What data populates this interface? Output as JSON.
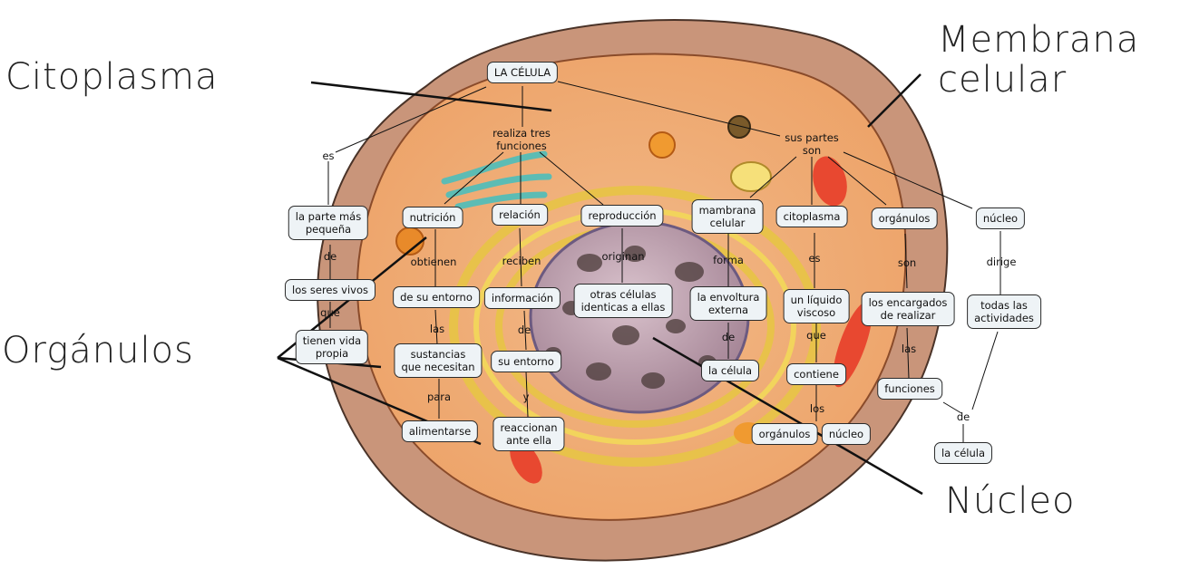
{
  "labels": {
    "citoplasma": "Citoplasma",
    "membrana": "Membrana\ncelular",
    "organulos": "Orgánulos",
    "nucleo": "Núcleo"
  },
  "nodes": {
    "root": "LA CÉLULA",
    "parte_pequena": "la parte más\npequeña",
    "seres_vivos": "los seres vivos",
    "vida_propia": "tienen vida\npropia",
    "nutricion": "nutrición",
    "relacion": "relación",
    "reproduccion": "reproducción",
    "de_su_entorno": "de su entorno",
    "sustancias": "sustancias\nque necesitan",
    "alimentarse": "alimentarse",
    "informacion": "información",
    "su_entorno": "su entorno",
    "reaccionan": "reaccionan\nante ella",
    "otras_celulas": "otras células\nidenticas a ellas",
    "membrana_celular": "mambrana\ncelular",
    "envoltura": "la envoltura\nexterna",
    "la_celula_1": "la célula",
    "citoplasma": "citoplasma",
    "liquido": "un líquido\nviscoso",
    "contiene": "contiene",
    "organulos_small": "orgánulos",
    "nucleo_small": "núcleo",
    "organulos": "orgánulos",
    "encargados": "los encargados\nde realizar",
    "funciones": "funciones",
    "nucleo": "núcleo",
    "actividades": "todas las\nactividades",
    "la_celula_2": "la célula"
  },
  "links": {
    "es_1": "es",
    "realiza": "realiza tres\nfunciones",
    "sus_partes": "sus partes\nson",
    "de_1": "de",
    "que_1": "que",
    "obtienen": "obtienen",
    "las_1": "las",
    "para": "para",
    "reciben": "reciben",
    "de_2": "de",
    "y": "y",
    "originan": "originan",
    "forma": "forma",
    "de_3": "de",
    "es_2": "es",
    "que_2": "que",
    "los": "los",
    "son": "son",
    "las_2": "las",
    "dirige": "dirige",
    "de_4": "de"
  },
  "colors": {
    "node_bg": "#eef3f6",
    "cytoplasm": "#f0b07a",
    "membrane": "#c98e6e",
    "nucleus": "#b99aa8"
  }
}
